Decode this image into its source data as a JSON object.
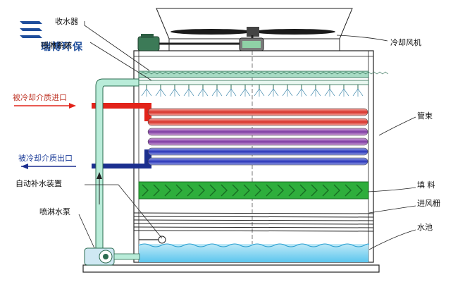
{
  "brand": {
    "name": "瑞博环保"
  },
  "labels": {
    "eliminator": "收水器",
    "spray_system": "喷淋系统",
    "cooling_fan": "冷却风机",
    "inlet": "被冷却介质进口",
    "outlet": "被冷却介质出口",
    "tube_bundle": "管束",
    "auto_water": "自动补水装置",
    "fill": "填  料",
    "air_inlet": "进风栅",
    "spray_pump": "喷淋水泵",
    "basin": "水池"
  },
  "colors": {
    "hot_fluid": "#e2231a",
    "cold_fluid": "#1b2f8f",
    "fill_green": "#2eae3c",
    "basin_water": "#5cc6ee",
    "pipe_teal": "#b9ecd9",
    "brand_blue": "#1f4e9c"
  },
  "icons": {
    "fan": "fan-icon",
    "motor": "motor-icon",
    "pump": "pump-icon",
    "float_valve": "float-valve-icon"
  }
}
